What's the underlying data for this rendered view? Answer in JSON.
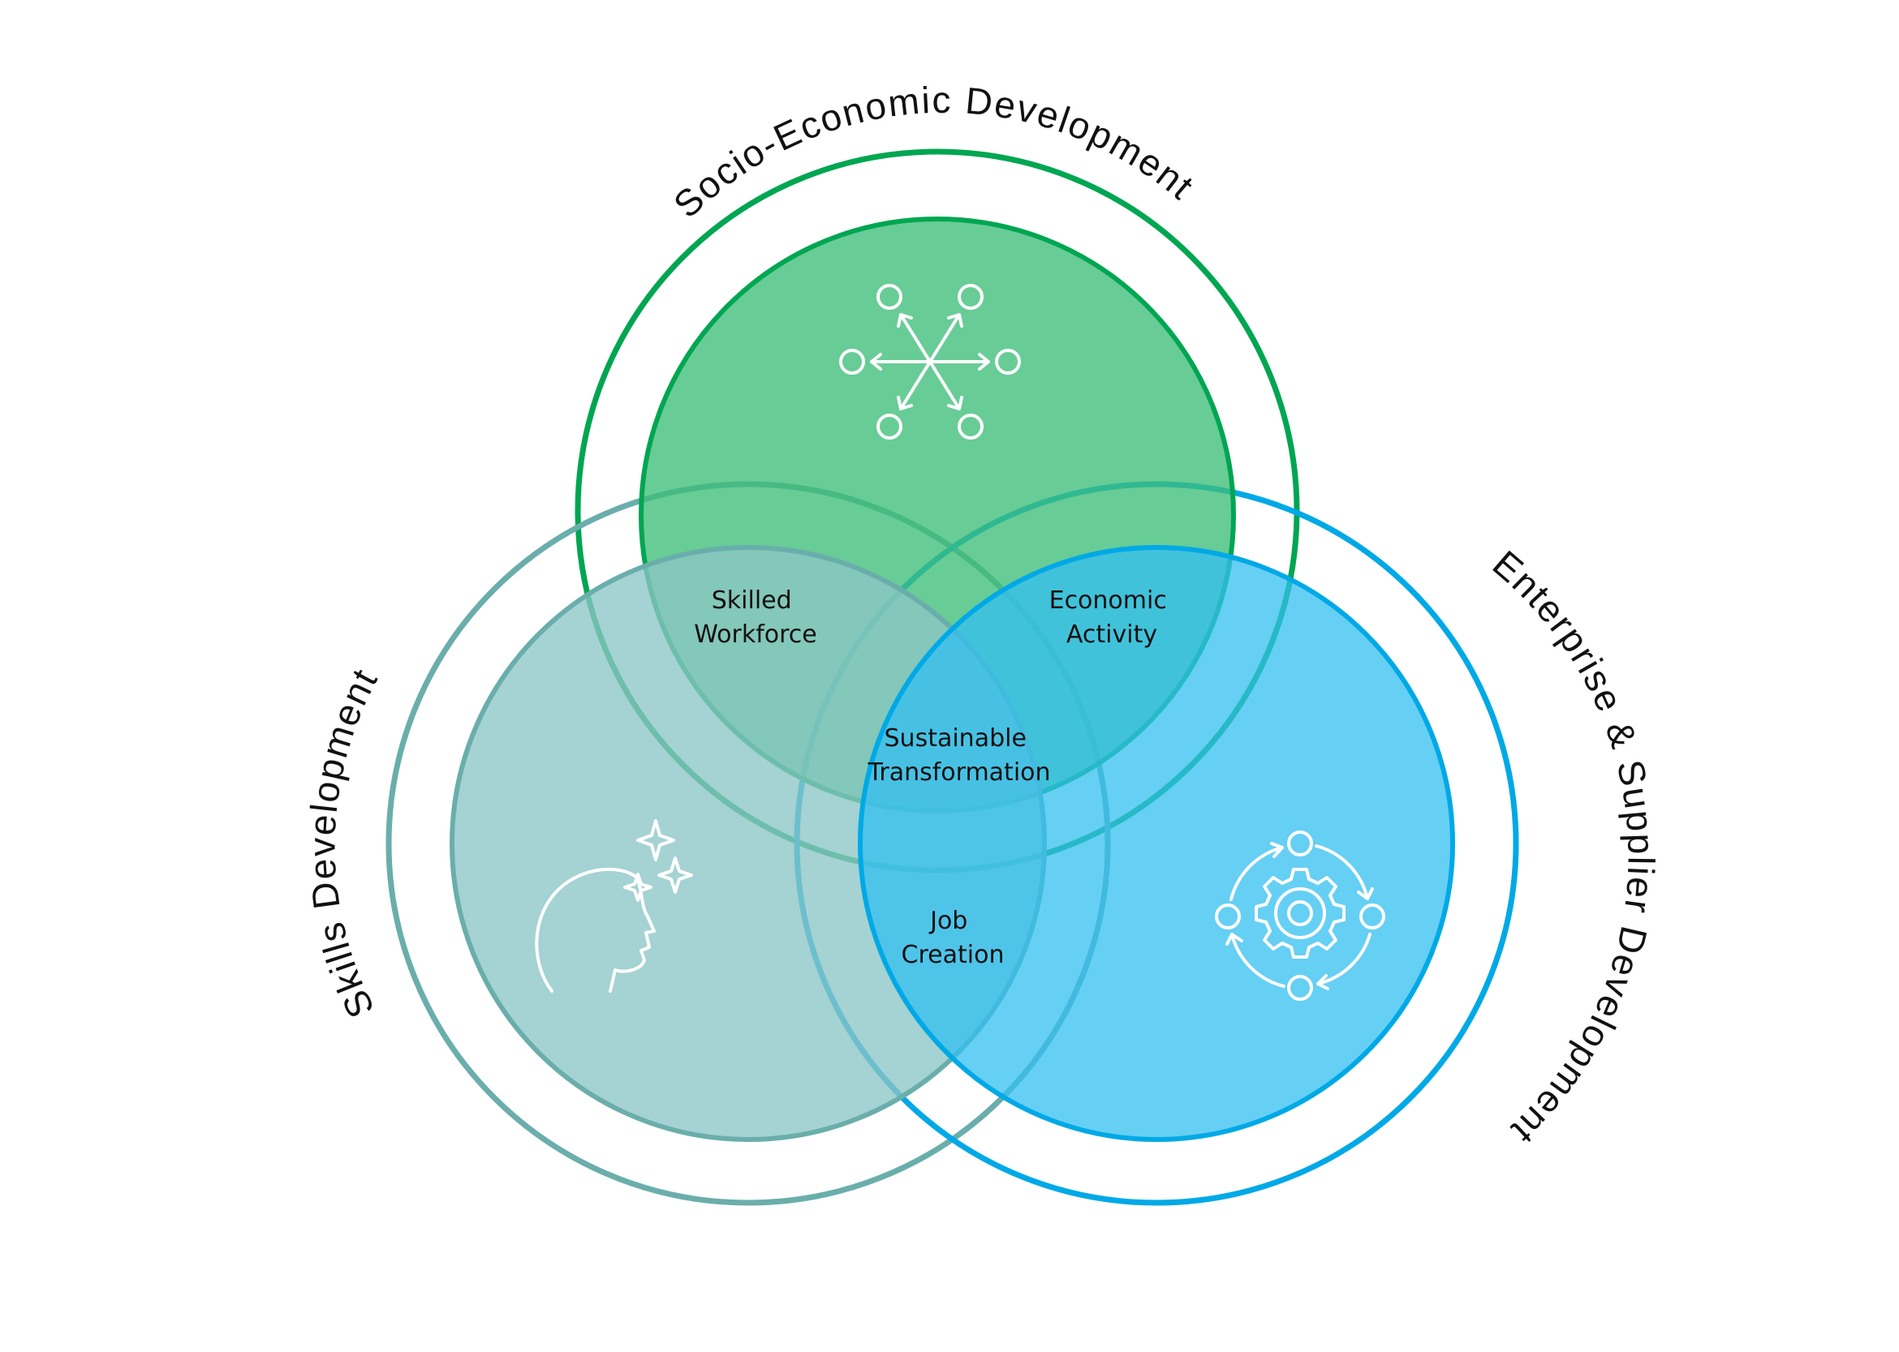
{
  "colors": {
    "background": "#ffffff",
    "socio_economic_ring": "#00a651",
    "socio_economic_fill": "#3dbe78",
    "skills_ring": "#6aaeac",
    "skills_fill": "#8cc5c5",
    "enterprise_ring": "#00a9e6",
    "enterprise_fill": "#33bff0",
    "text": "#111111",
    "icon": "#ffffff"
  },
  "circles": {
    "socio_economic": {
      "title": "Socio-Economic Development",
      "icon": "network-arrows-icon"
    },
    "skills": {
      "title": "Skills Development",
      "icon": "head-sparkle-icon"
    },
    "enterprise": {
      "title": "Enterprise & Supplier Development",
      "icon": "gear-cycle-icon"
    }
  },
  "overlaps": {
    "skills_socio": [
      "Skilled",
      "Workforce"
    ],
    "socio_enterprise": [
      "Economic",
      "Activity"
    ],
    "all_three": [
      "Sustainable",
      "Transformation"
    ],
    "skills_enterprise": [
      "Job",
      "Creation"
    ]
  }
}
